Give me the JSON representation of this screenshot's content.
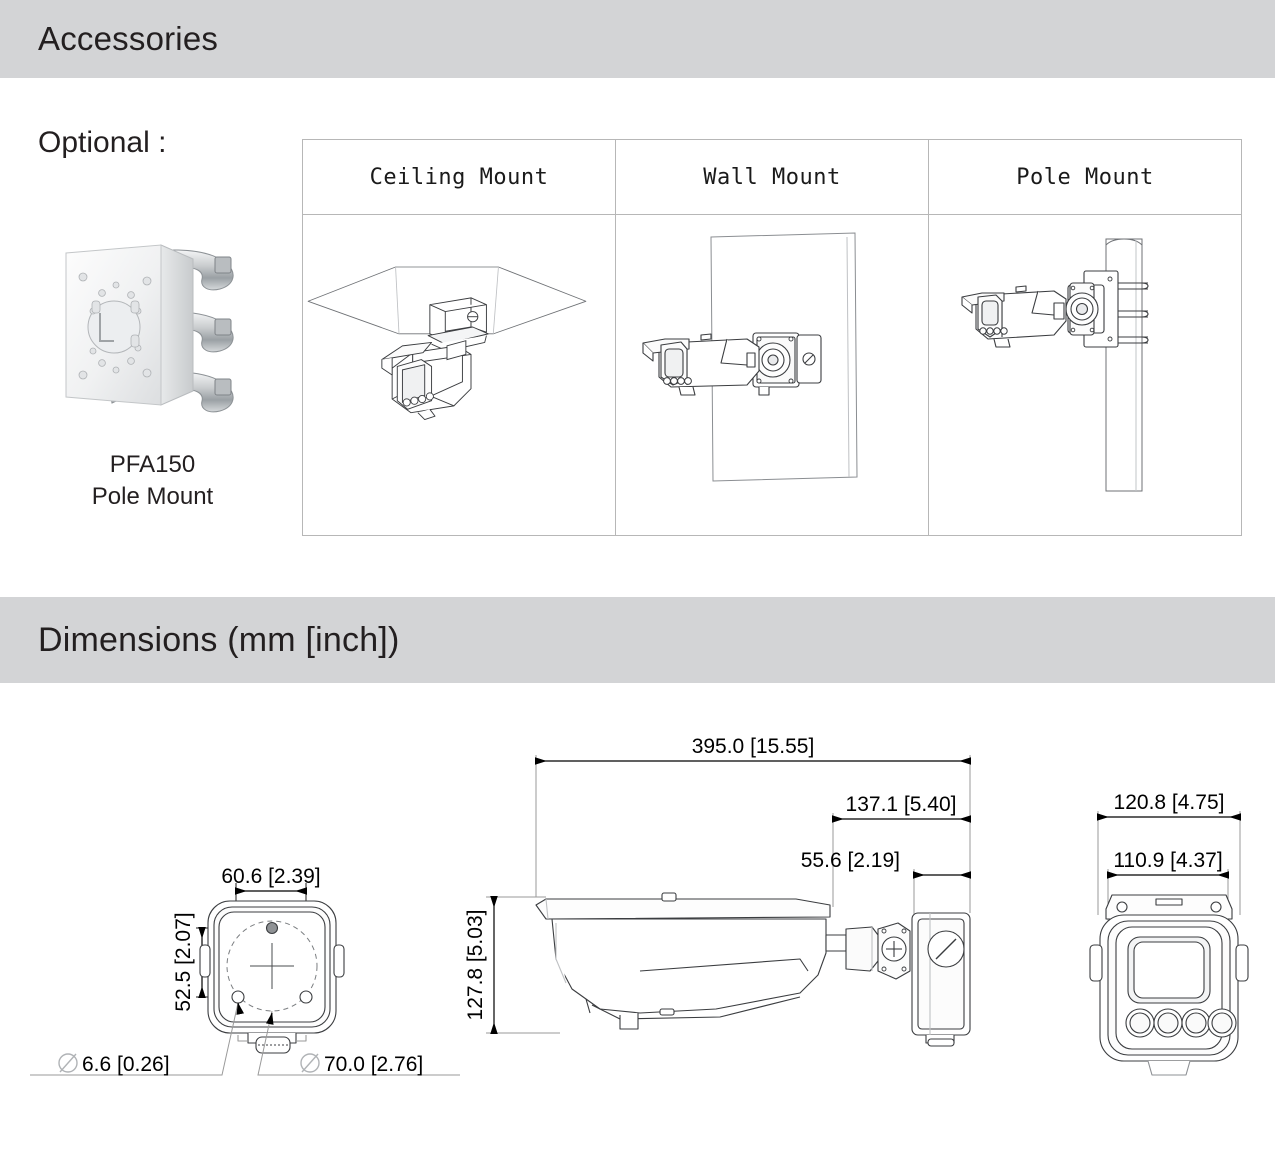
{
  "sections": {
    "accessories": {
      "title": "Accessories"
    },
    "dimensions": {
      "title": "Dimensions (mm [inch])"
    }
  },
  "optional": {
    "label": "Optional :",
    "product": {
      "model": "PFA150",
      "name": "Pole Mount",
      "image_alt": "pole-mount-bracket-photo"
    }
  },
  "mount_table": {
    "headers": [
      "Ceiling Mount",
      "Wall Mount",
      "Pole Mount"
    ],
    "figures": [
      "ceiling-mount-camera-drawing",
      "wall-mount-camera-drawing",
      "pole-mount-camera-drawing"
    ]
  },
  "dimension_views": {
    "back_view": {
      "name": "back-view",
      "labels": {
        "width": "60.6  [2.39]",
        "height": "52.5  [2.07]",
        "hole_small": "6.6   [0.26]",
        "hole_large": "70.0   [2.76]",
        "diameter_symbol": "⌀"
      }
    },
    "side_view": {
      "name": "side-view",
      "labels": {
        "length": "395.0  [15.55]",
        "box_depth": "137.1  [5.40]",
        "box_width": "55.6  [2.19]",
        "height": "127.8  [5.03]"
      }
    },
    "front_view": {
      "name": "front-view",
      "labels": {
        "outer_width": "120.8  [4.75]",
        "inner_width": "110.9  [4.37]"
      }
    }
  },
  "colors": {
    "band_gray": "#d3d4d6",
    "text": "#231f20",
    "table_border": "#b7b7b7",
    "line": "#333333",
    "thin_line": "#9a9a9a"
  }
}
